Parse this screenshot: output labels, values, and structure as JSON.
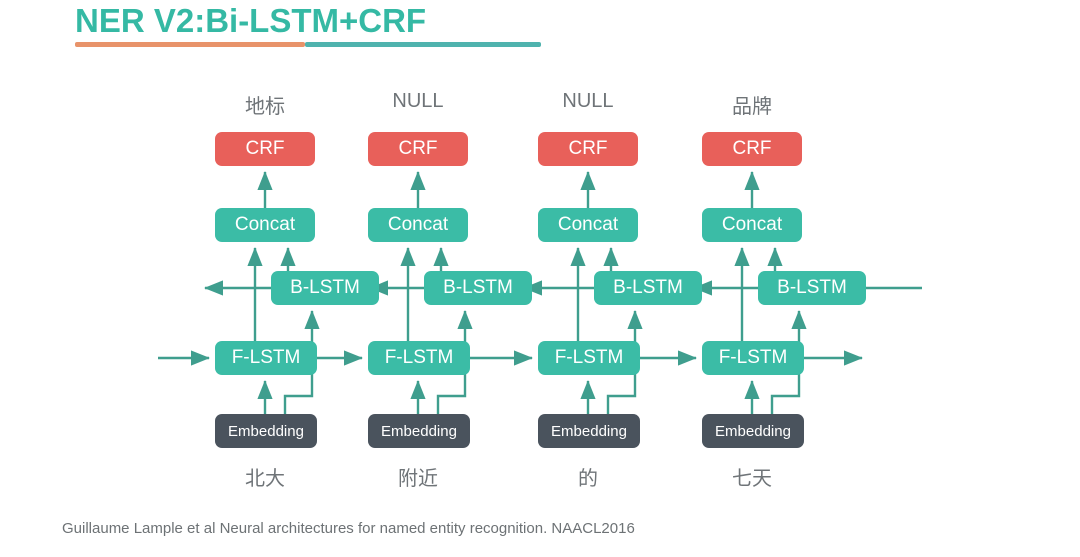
{
  "slide": {
    "title": "NER V2:Bi-LSTM+CRF",
    "caption": "Guillaume Lample et al  Neural architectures for named entity recognition. NAACL2016",
    "accent_teal": "#3bbca6",
    "accent_red": "#e8605a",
    "accent_dark": "#4a535d",
    "rule_orange": "#e8936a",
    "rule_teal": "#4fb3ae",
    "title_color": "#35b9a4",
    "label_color": "#6f7478"
  },
  "diagram": {
    "type": "bi-lstm-crf-architecture",
    "layer_names": {
      "crf": "CRF",
      "concat": "Concat",
      "backward_lstm": "B-LSTM",
      "forward_lstm": "F-LSTM",
      "embedding": "Embedding"
    },
    "columns": [
      {
        "index": 0,
        "tag": "地标",
        "token": "北大",
        "crf": "CRF",
        "concat": "Concat",
        "blstm": "B-LSTM",
        "flstm": "F-LSTM",
        "embedding": "Embedding"
      },
      {
        "index": 1,
        "tag": "NULL",
        "token": "附近",
        "crf": "CRF",
        "concat": "Concat",
        "blstm": "B-LSTM",
        "flstm": "F-LSTM",
        "embedding": "Embedding"
      },
      {
        "index": 2,
        "tag": "NULL",
        "token": "的",
        "crf": "CRF",
        "concat": "Concat",
        "blstm": "B-LSTM",
        "flstm": "F-LSTM",
        "embedding": "Embedding"
      },
      {
        "index": 3,
        "tag": "品牌",
        "token": "七天",
        "crf": "CRF",
        "concat": "Concat",
        "blstm": "B-LSTM",
        "flstm": "F-LSTM",
        "embedding": "Embedding"
      }
    ]
  }
}
